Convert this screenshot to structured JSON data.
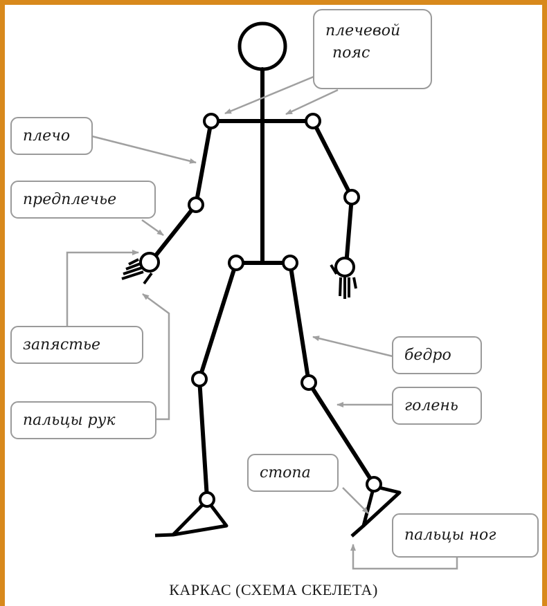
{
  "colors": {
    "frame": "#d8891c",
    "ink": "#000000",
    "box_stroke": "#9a9a9a",
    "arrow": "#a0a0a0"
  },
  "labels": {
    "shoulder_girdle_line1": "плечевой",
    "shoulder_girdle_line2": "пояс",
    "shoulder": "плечо",
    "forearm": "предплечье",
    "wrist": "запястье",
    "fingers": "пальцы рук",
    "thigh": "бедро",
    "shin": "голень",
    "foot": "стопа",
    "toes": "пальцы ног"
  },
  "caption": "КАРКАС (СХЕМА СКЕЛЕТА)"
}
